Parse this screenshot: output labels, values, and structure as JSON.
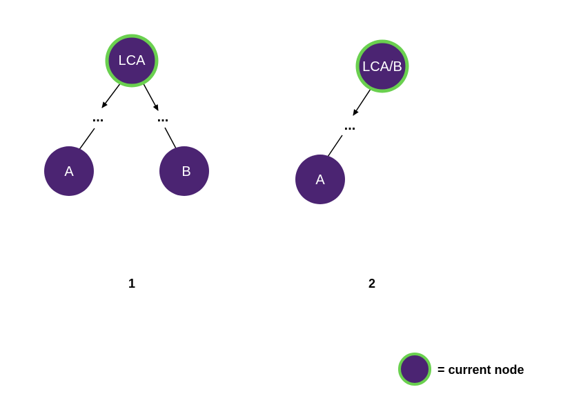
{
  "colors": {
    "node_fill": "#4b2472",
    "current_ring": "#6ad04f",
    "text_on_node": "#ffffff",
    "edge": "#000000"
  },
  "diagrams": [
    {
      "caption": "1",
      "nodes": {
        "root": "LCA",
        "left": "A",
        "right": "B"
      },
      "ellipsis": [
        "...",
        "..."
      ]
    },
    {
      "caption": "2",
      "nodes": {
        "root": "LCA/B",
        "child": "A"
      },
      "ellipsis": [
        "..."
      ]
    }
  ],
  "legend": {
    "text": "= current node"
  }
}
